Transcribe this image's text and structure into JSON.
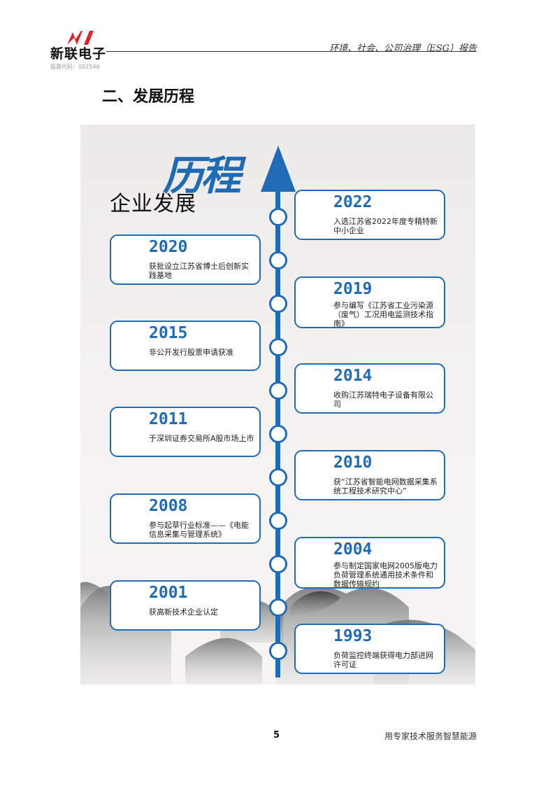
{
  "header": {
    "logo_text": "新联电子",
    "stock_code": "股票代码：002546",
    "report_title": "环境、社会、公司治理（ESG）报告"
  },
  "section_title": "二、发展历程",
  "timeline": {
    "heading_small": "企业发展",
    "heading_big": "历程",
    "accent_color": "#1f6bb5",
    "events": [
      {
        "year": "2022",
        "text": "入选江苏省2022年度专精特新中小企业"
      },
      {
        "year": "2020",
        "text": "获批设立江苏省博士后创新实践基地"
      },
      {
        "year": "2019",
        "text": "参与编写《江苏省工业污染源（废气）工况用电监测技术指南》"
      },
      {
        "year": "2015",
        "text": "非公开发行股票申请获准"
      },
      {
        "year": "2014",
        "text": "收购江苏瑞特电子设备有限公司"
      },
      {
        "year": "2011",
        "text": "于深圳证券交易所A股市场上市"
      },
      {
        "year": "2010",
        "text": "获“江苏省智能电网数据采集系统工程技术研究中心”"
      },
      {
        "year": "2008",
        "text": "参与起草行业标准——《电能信息采集与管理系统》"
      },
      {
        "year": "2004",
        "text": "参与制定国家电网2005版电力负荷管理系统通用技术条件和数据传输规约"
      },
      {
        "year": "2001",
        "text": "获高新技术企业认定"
      },
      {
        "year": "1993",
        "text": "负荷监控终端获得电力部进网许可证"
      }
    ]
  },
  "footer": {
    "page_number": "5",
    "slogan": "用专家技术服务智慧能源"
  }
}
